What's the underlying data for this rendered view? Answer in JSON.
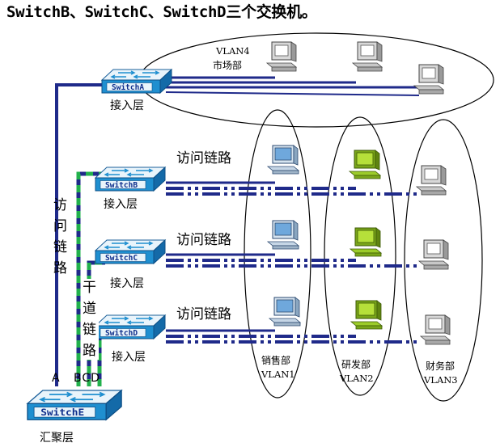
{
  "title": "SwitchB、SwitchC、SwitchD三个交换机。",
  "switches": {
    "a": "SwitchA",
    "b": "SwitchB",
    "c": "SwitchC",
    "d": "SwitchD",
    "e": "SwitchE"
  },
  "layers": {
    "access": "接入层",
    "aggregation": "汇聚层"
  },
  "links": {
    "access_link": "访问链路",
    "access_link_vertical": [
      "访",
      "问",
      "链",
      "路"
    ],
    "trunk_link_vertical": [
      "干",
      "道",
      "链",
      "路"
    ],
    "port_a": "A",
    "port_bcd": "BCD"
  },
  "vlans": {
    "vlan4_name": "VLAN4",
    "vlan4_dept": "市场部",
    "vlan1_dept": "销售部",
    "vlan1_name": "VLAN1",
    "vlan2_dept": "研发部",
    "vlan2_name": "VLAN2",
    "vlan3_dept": "财务部",
    "vlan3_name": "VLAN3"
  },
  "colors": {
    "link_blue": "#1f2a8a",
    "trunk_green": "#22b14c",
    "vlan1_pc": "#6fa8dc",
    "vlan2_pc": "#9ccc2a",
    "vlan3_pc": "#d8d8d8",
    "vlan4_pc": "#d8d8d8",
    "switch_face": "#1f8fd0"
  },
  "icons": [
    "switch-icon",
    "computer-icon"
  ]
}
